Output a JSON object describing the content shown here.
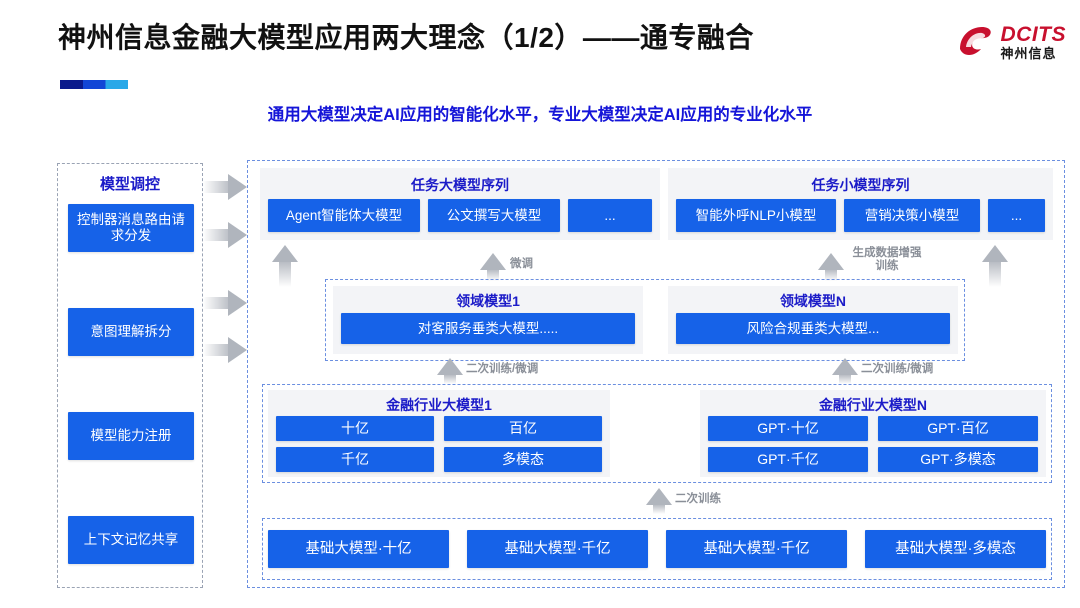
{
  "header": {
    "title": "神州信息金融大模型应用两大理念（1/2）——通专融合",
    "subtitle": "通用大模型决定AI应用的智能化水平，专业大模型决定AI应用的专业化水平",
    "logo_en": "DCITS",
    "logo_cn": "神州信息"
  },
  "sidebar": {
    "title": "模型调控",
    "items": [
      {
        "label": "控制器消息路由请求分发"
      },
      {
        "label": "意图理解拆分"
      },
      {
        "label": "模型能力注册"
      },
      {
        "label": "上下文记忆共享"
      }
    ]
  },
  "task_sequences": [
    {
      "title": "任务大模型序列",
      "items": [
        "Agent智能体大模型",
        "公文撰写大模型",
        "..."
      ]
    },
    {
      "title": "任务小模型序列",
      "items": [
        "智能外呼NLP小模型",
        "营销决策小模型",
        "..."
      ]
    }
  ],
  "domain_models": [
    {
      "title": "领域模型1",
      "item": "对客服务垂类大模型....."
    },
    {
      "title": "领域模型N",
      "item": "风险合规垂类大模型..."
    }
  ],
  "industry_models": [
    {
      "title": "金融行业大模型1",
      "items": [
        "十亿",
        "百亿",
        "千亿",
        "多模态"
      ]
    },
    {
      "title": "金融行业大模型N",
      "items": [
        "GPT·十亿",
        "GPT·百亿",
        "GPT·千亿",
        "GPT·多模态"
      ]
    }
  ],
  "base_models": {
    "items": [
      "基础大模型·十亿",
      "基础大模型·千亿",
      "基础大模型·千亿",
      "基础大模型·多模态"
    ]
  },
  "arrow_labels": {
    "finetune": "微调",
    "data_augment": "生成数据增强训练",
    "retrain_finetune_left": "二次训练/微调",
    "retrain_finetune_right": "二次训练/微调",
    "retrain": "二次训练"
  },
  "colors": {
    "accent_blue": "#1662e8",
    "title_blue": "#1b1bc8",
    "logo_red": "#c8102e",
    "arrow_gray": "#b0b5bd"
  }
}
